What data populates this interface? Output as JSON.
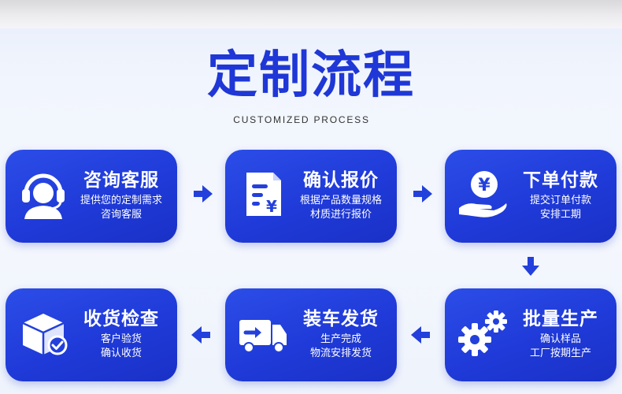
{
  "header": {
    "title": "定制流程",
    "subtitle": "CUSTOMIZED PROCESS"
  },
  "steps": [
    {
      "name": "咨询客服",
      "line1": "提供您的定制需求",
      "line2": "咨询客服",
      "icon": "customer-service-headset-icon"
    },
    {
      "name": "确认报价",
      "line1": "根据产品数量规格",
      "line2": "材质进行报价",
      "icon": "quote-document-yen-icon"
    },
    {
      "name": "下单付款",
      "line1": "提交订单付款",
      "line2": "安排工期",
      "icon": "payment-coin-hand-icon"
    },
    {
      "name": "批量生产",
      "line1": "确认样品",
      "line2": "工厂按期生产",
      "icon": "production-gears-icon"
    },
    {
      "name": "装车发货",
      "line1": "生产完成",
      "line2": "物流安排发货",
      "icon": "delivery-truck-icon"
    },
    {
      "name": "收货检查",
      "line1": "客户验货",
      "line2": "确认收货",
      "icon": "receive-box-check-icon"
    }
  ],
  "colors": {
    "accent": "#1f37d6",
    "card": "#2340dc",
    "text_on_card": "#ffffff"
  }
}
